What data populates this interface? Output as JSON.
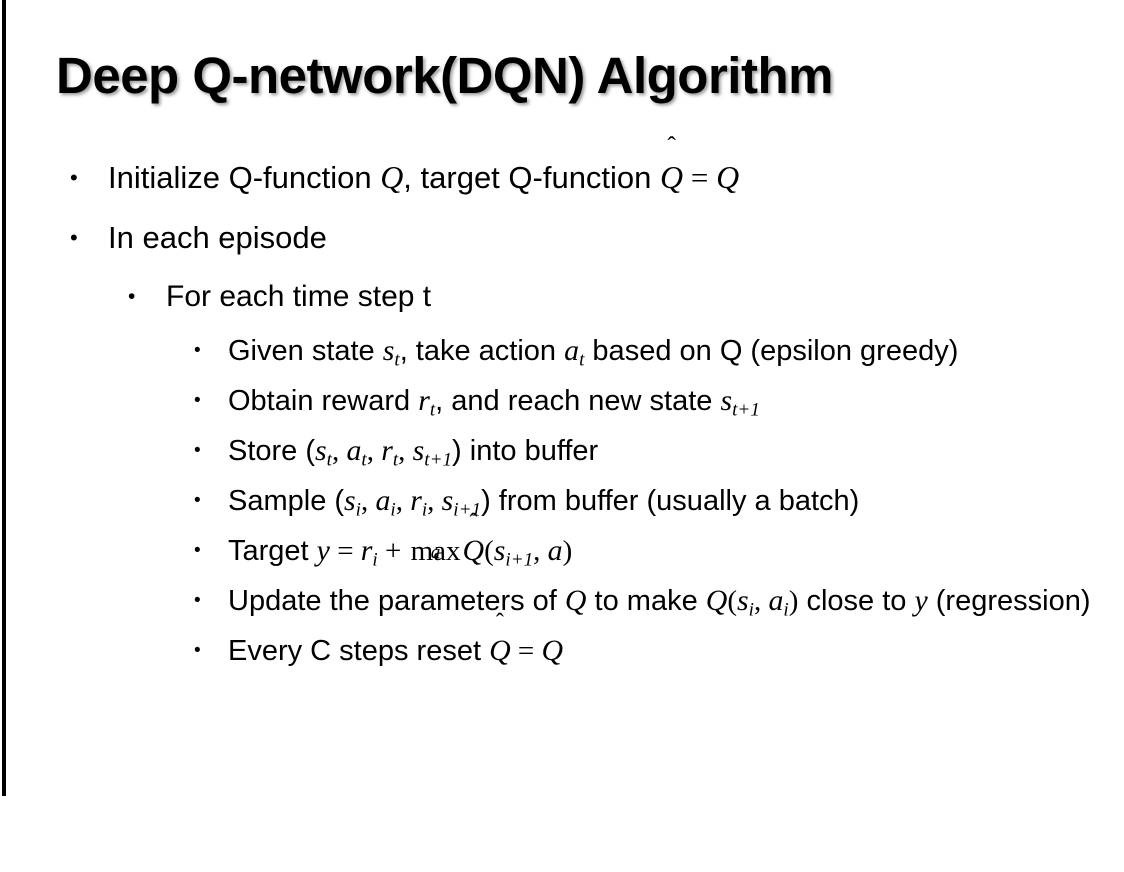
{
  "slide": {
    "title": "Deep Q-network(DQN) Algorithm",
    "background_color": "#ffffff",
    "text_color": "#000000",
    "accent_bar_color": "#000000",
    "bullet_marker": "•"
  },
  "content": [
    {
      "level": 1,
      "plain_text": "Initialize Q-function Q, target Q-function Q̂ = Q",
      "parts": {
        "before": "Initialize Q-function ",
        "var_q1": "Q",
        "middle": ", target Q-function ",
        "var_qhat": "Q",
        "hat": "̂",
        "equals": " = ",
        "var_q2": "Q"
      }
    },
    {
      "level": 1,
      "plain_text": "In each episode",
      "parts": {
        "before": "In each episode"
      }
    },
    {
      "level": 2,
      "plain_text": "For each time step t",
      "parts": {
        "before": "For each time step t"
      }
    },
    {
      "level": 3,
      "plain_text": "Given state s_t, take action a_t based on Q (epsilon greedy)",
      "parts": {
        "before": "Given state ",
        "var_s": "s",
        "sub_s": "t",
        "middle": ", take action ",
        "var_a": "a",
        "sub_a": "t",
        "after": " based on Q (epsilon greedy)"
      }
    },
    {
      "level": 3,
      "plain_text": "Obtain reward r_t, and reach new state s_{t+1}",
      "parts": {
        "before": "Obtain reward ",
        "var_r": "r",
        "sub_r": "t",
        "middle": ", and reach new state ",
        "var_s": "s",
        "sub_s": "t+1"
      }
    },
    {
      "level": 3,
      "plain_text": "Store (s_t, a_t, r_t, s_{t+1}) into buffer",
      "parts": {
        "before": "Store (",
        "var_s1": "s",
        "sub_s1": "t",
        "sep1": ", ",
        "var_a": "a",
        "sub_a": "t",
        "sep2": ", ",
        "var_r": "r",
        "sub_r": "t",
        "sep3": ", ",
        "var_s2": "s",
        "sub_s2": "t+1",
        "after": ") into buffer"
      }
    },
    {
      "level": 3,
      "plain_text": "Sample (s_i, a_i, r_i, s_{i+1}) from buffer (usually a batch)",
      "parts": {
        "before": "Sample (",
        "var_s1": "s",
        "sub_s1": "i",
        "sep1": ", ",
        "var_a": "a",
        "sub_a": "i",
        "sep2": ", ",
        "var_r": "r",
        "sub_r": "i",
        "sep3": ", ",
        "var_s2": "s",
        "sub_s2": "i+1",
        "after": ") from buffer (usually a batch)"
      }
    },
    {
      "level": 3,
      "plain_text": "Target y = r_i + max_a Q̂(s_{i+1}, a)",
      "parts": {
        "before": "Target ",
        "var_y": "y",
        "equals": " = ",
        "var_r": "r",
        "sub_r": "i",
        "plus": " + ",
        "maxop": "max",
        "maxsub": "a",
        "var_qhat": "Q",
        "hat": "̂",
        "open": "(",
        "var_s": "s",
        "sub_s": "i+1",
        "sep": ", ",
        "var_a": "a",
        "close": ")"
      }
    },
    {
      "level": 3,
      "plain_text": "Update the parameters of Q to make Q(s_i, a_i) close to y (regression)",
      "parts": {
        "before": "Update the parameters of ",
        "var_q1": "Q",
        "middle": " to make ",
        "var_q2": "Q",
        "open": "(",
        "var_s": "s",
        "sub_s": "i",
        "sep": ", ",
        "var_a": "a",
        "sub_a": "i",
        "close": ")",
        "after": " close to ",
        "var_y": "y",
        "tail": " (regression)"
      }
    },
    {
      "level": 3,
      "plain_text": "Every C steps reset Q̂ = Q",
      "parts": {
        "before": "Every C steps reset ",
        "var_qhat": "Q",
        "hat": "̂",
        "equals": " = ",
        "var_q": "Q"
      }
    }
  ]
}
